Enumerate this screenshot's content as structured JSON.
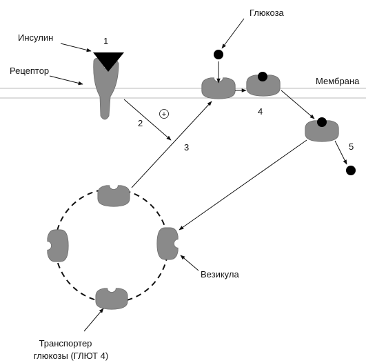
{
  "labels": {
    "insulin": "Инсулин",
    "receptor": "Рецептор",
    "glucose": "Глюкоза",
    "membrane": "Мембрана",
    "vesicle": "Везикула",
    "transporter_line1": "Транспортер",
    "transporter_line2": "глюкозы (ГЛЮТ 4)"
  },
  "steps": {
    "s1": "1",
    "s2": "2",
    "s3": "3",
    "s4": "4",
    "s5": "5"
  },
  "stimulation_sign": "+",
  "colors": {
    "transporter": "#8a8a8a",
    "insulin": "#000000",
    "glucose": "#000000"
  }
}
